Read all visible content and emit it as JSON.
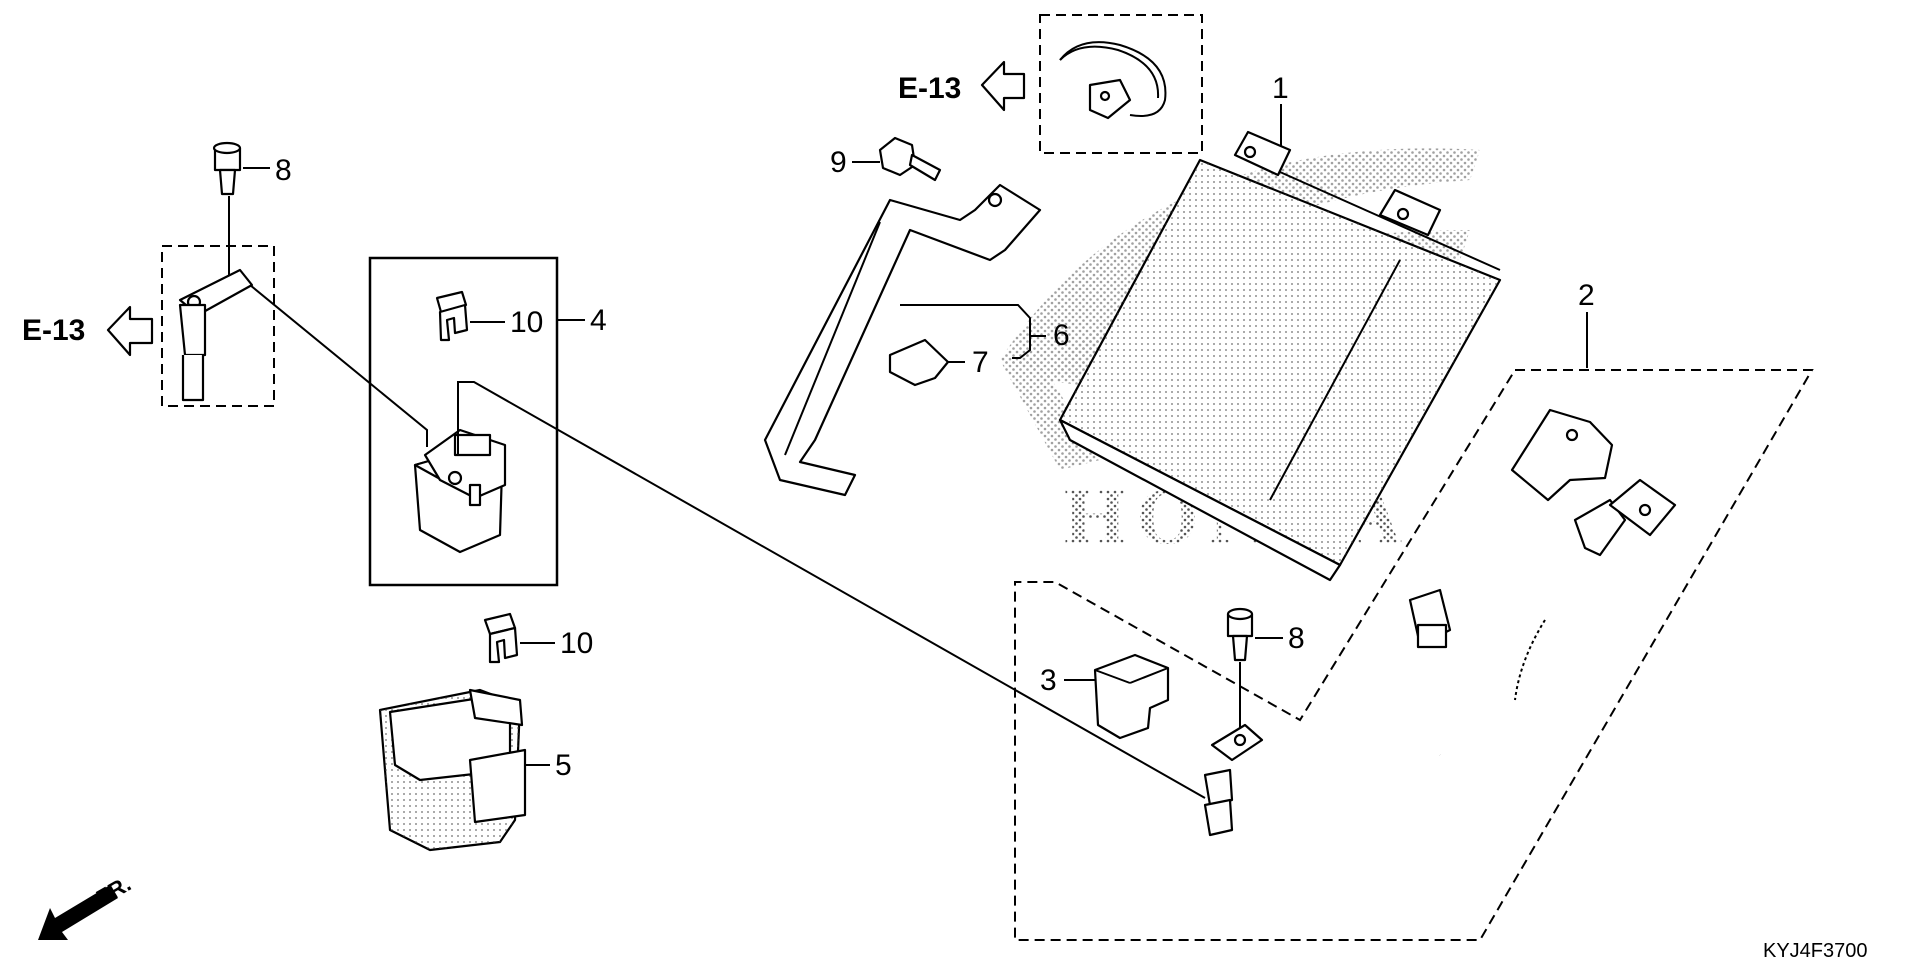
{
  "brand": {
    "logo_text": "HONDA"
  },
  "references": {
    "ref_top": "E-13",
    "ref_left": "E-13"
  },
  "callouts": {
    "c1": "1",
    "c2": "2",
    "c3": "3",
    "c4": "4",
    "c5": "5",
    "c6": "6",
    "c7": "7",
    "c8_left": "8",
    "c8_right": "8",
    "c9": "9",
    "c10_upper": "10",
    "c10_lower": "10"
  },
  "orientation": {
    "label": "FR."
  },
  "drawing_code": "KYJ4F3700"
}
